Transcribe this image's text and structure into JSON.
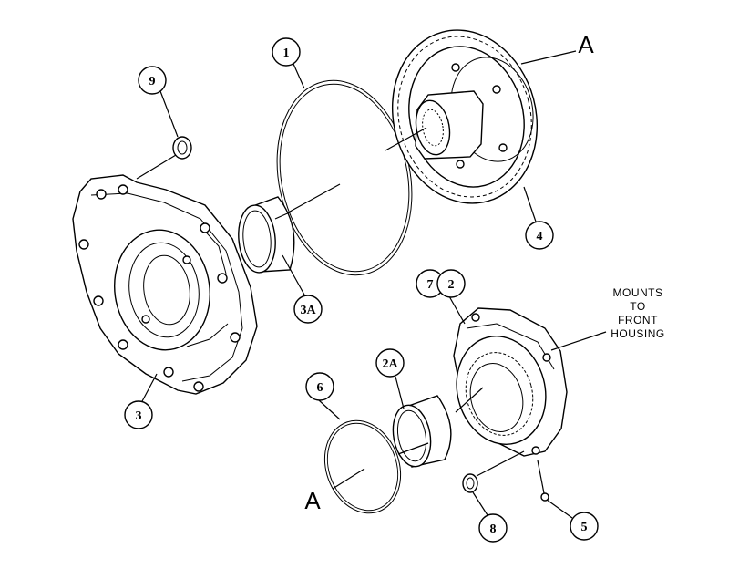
{
  "callouts": {
    "c1": "1",
    "c2": "2",
    "c2a": "2A",
    "c3": "3",
    "c3a": "3A",
    "c4": "4",
    "c5": "5",
    "c6": "6",
    "c7": "7",
    "c8": "8",
    "c9": "9"
  },
  "labels": {
    "a_top": "A",
    "a_bottom": "A",
    "note_line1": "MOUNTS",
    "note_line2": "TO",
    "note_line3": "FRONT",
    "note_line4": "HOUSING"
  }
}
